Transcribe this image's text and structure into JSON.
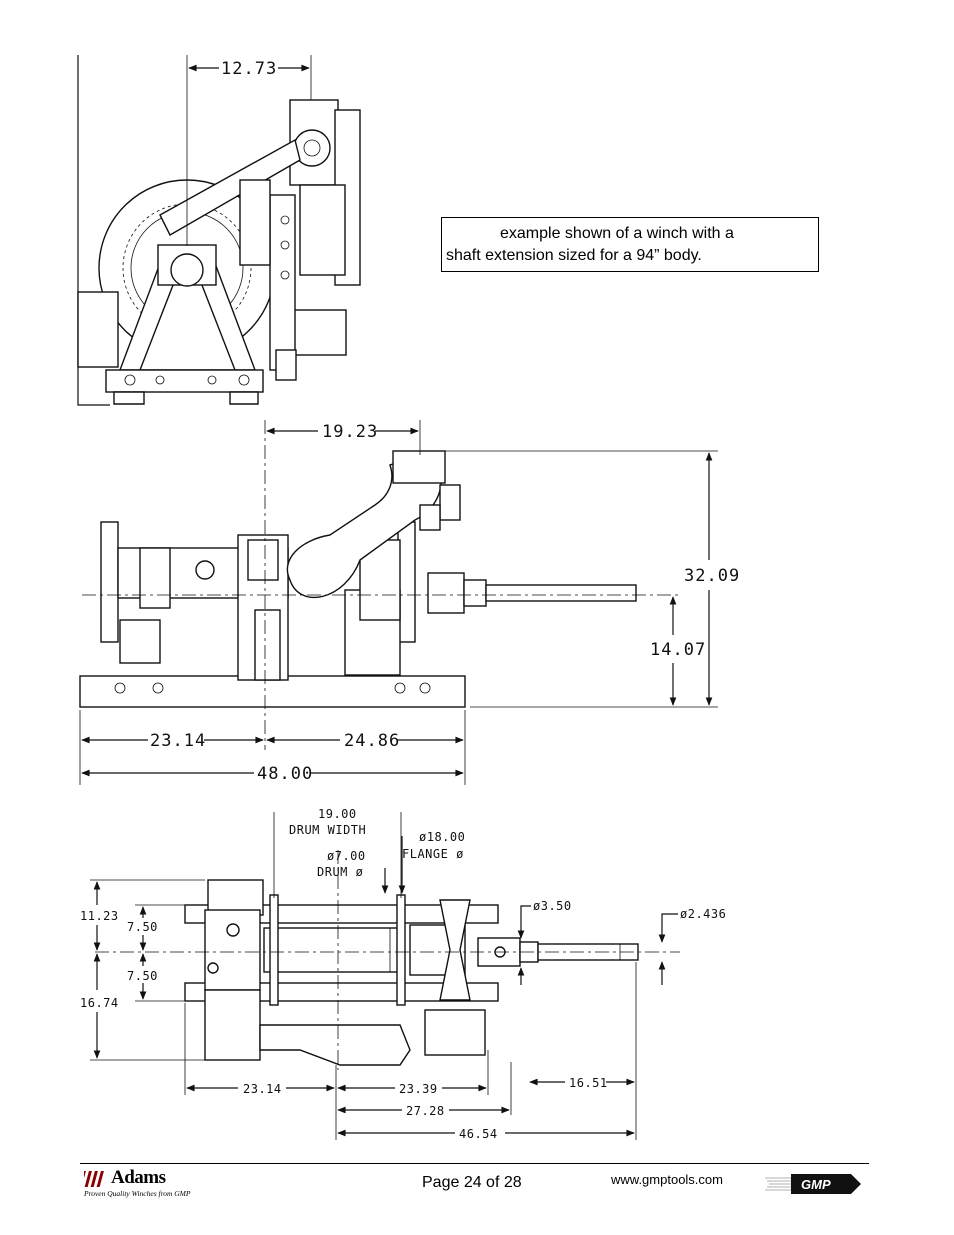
{
  "callout": {
    "line1": "example shown of a winch with a",
    "line2": "shaft extension sized for a 94” body."
  },
  "side_view": {
    "dim_top": "12.73"
  },
  "front_view": {
    "dim_top": "19.23",
    "dim_overall_height": "32.09",
    "dim_shaft_height": "14.07",
    "dim_left": "23.14",
    "dim_right": "24.86",
    "dim_overall_width": "48.00"
  },
  "top_view": {
    "drum_width_value": "19.00",
    "drum_width_label": "DRUM WIDTH",
    "flange_value": "ø18.00",
    "flange_label": "FLANGE ø",
    "drum_dia_value": "ø7.00",
    "drum_dia_label": "DRUM ø",
    "collar_dia": "ø3.50",
    "shaft_dia": "ø2.436",
    "dim_front": "11.23",
    "dim_rear": "16.74",
    "dim_half_top": "7.50",
    "dim_half_bottom": "7.50",
    "dim_base_left": "23.14",
    "dim_base_mid": "23.39",
    "dim_ext": "16.51",
    "dim_27": "27.28",
    "dim_46": "46.54"
  },
  "footer": {
    "brand": "Adams",
    "brand_tagline": "Proven Quality Winches from GMP",
    "page": "Page 24 of 28",
    "website": "www.gmptools.com",
    "gmp_mark": "GMP"
  }
}
